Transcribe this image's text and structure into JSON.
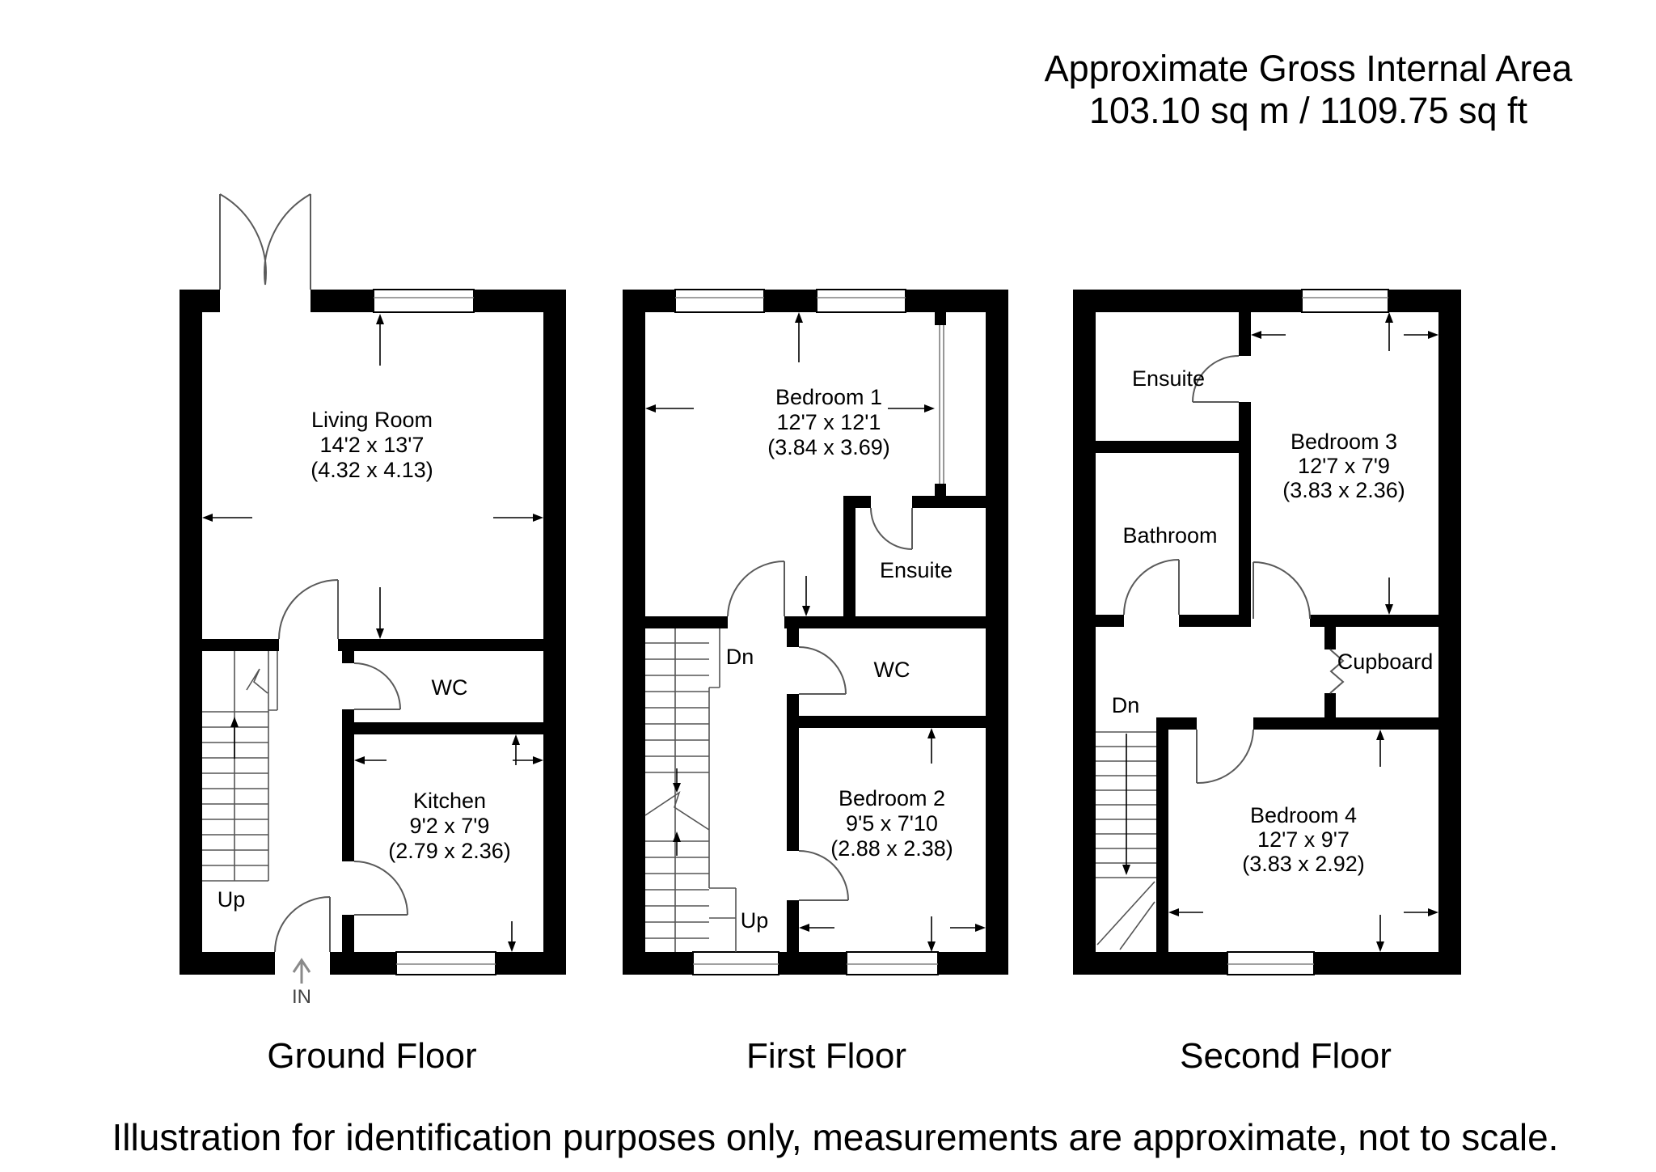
{
  "header": {
    "line1": "Approximate Gross Internal Area",
    "line2": "103.10 sq m / 1109.75 sq ft"
  },
  "floors": {
    "ground": {
      "title": "Ground Floor",
      "living_room": {
        "name": "Living Room",
        "imperial": "14'2 x 13'7",
        "metric": "(4.32 x 4.13)"
      },
      "wc": {
        "name": "WC"
      },
      "kitchen": {
        "name": "Kitchen",
        "imperial": "9'2 x 7'9",
        "metric": "(2.79 x 2.36)"
      },
      "stairs_label": "Up",
      "entrance_label": "IN"
    },
    "first": {
      "title": "First Floor",
      "bedroom1": {
        "name": "Bedroom 1",
        "imperial": "12'7 x 12'1",
        "metric": "(3.84 x 3.69)"
      },
      "ensuite": {
        "name": "Ensuite"
      },
      "wc": {
        "name": "WC"
      },
      "bedroom2": {
        "name": "Bedroom 2",
        "imperial": "9'5 x 7'10",
        "metric": "(2.88 x 2.38)"
      },
      "stairs_down_label": "Dn",
      "stairs_up_label": "Up"
    },
    "second": {
      "title": "Second Floor",
      "ensuite": {
        "name": "Ensuite"
      },
      "bathroom": {
        "name": "Bathroom"
      },
      "bedroom3": {
        "name": "Bedroom 3",
        "imperial": "12'7 x 7'9",
        "metric": "(3.83 x 2.36)"
      },
      "cupboard": {
        "name": "Cupboard"
      },
      "bedroom4": {
        "name": "Bedroom 4",
        "imperial": "12'7 x 9'7",
        "metric": "(3.83 x 2.92)"
      },
      "stairs_down_label": "Dn"
    }
  },
  "footer": {
    "disclaimer": "Illustration for identification purposes only, measurements are approximate, not to scale."
  },
  "colors": {
    "wall": "#000000",
    "background": "#ffffff",
    "door_stroke": "#5a5a5a"
  }
}
